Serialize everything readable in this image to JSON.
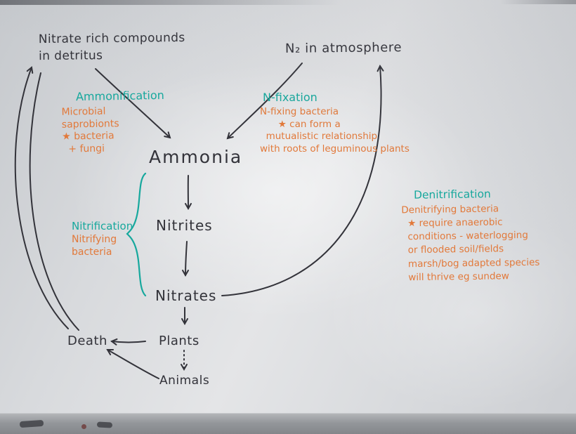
{
  "board": {
    "title": "Nitrogen cycle whiteboard diagram",
    "nodes": {
      "detritus": "Nitrate rich compounds\nin detritus",
      "atmosphere": "N₂ in atmosphere",
      "ammonia": "Ammonia",
      "nitrites": "Nitrites",
      "nitrates": "Nitrates",
      "plants": "Plants",
      "death": "Death",
      "animals": "Animals"
    },
    "processes": {
      "ammonification": {
        "title": "Ammonification",
        "notes": "Microbial\nsaprobionts\n★ bacteria\n  + fungi"
      },
      "nfixation": {
        "title": "N-fixation",
        "notes": "N-fixing bacteria\n      ★ can form a\n  mutualistic relationship\nwith roots of leguminous plants"
      },
      "nitrification": {
        "title": "Nitrification",
        "notes": "Nitrifying\nbacteria"
      },
      "denitrification": {
        "title": "Denitrification",
        "notes": "Denitrifying bacteria\n  ★ require anaerobic\n  conditions - waterlogging\n  or flooded soil/fields\n  marsh/bog adapted species\n  will thrive eg sundew"
      }
    },
    "colors": {
      "marker_black": "#33333a",
      "marker_teal": "#17a89d",
      "marker_orange": "#e2793a"
    }
  }
}
